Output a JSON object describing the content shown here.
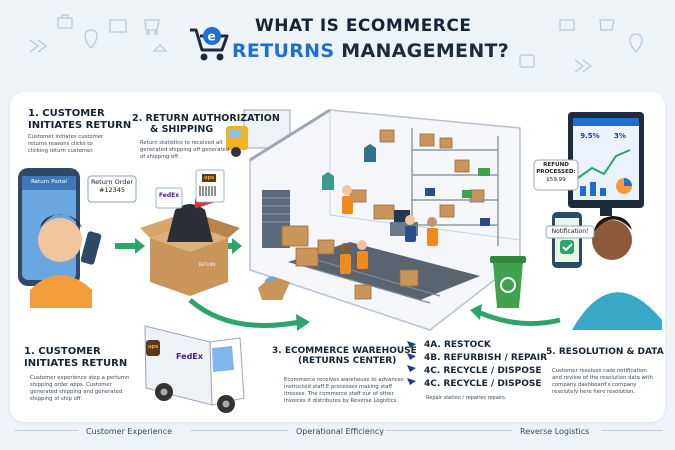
{
  "header": {
    "title_line1": "WHAT IS ECOMMERCE",
    "title_line2_left": "RETURNS",
    "title_line2_right": "MANAGEMENT?"
  },
  "step1_top": {
    "title_a": "1. CUSTOMER",
    "title_b": "INITIATES RETURN",
    "desc": [
      "Customer initiates customer",
      "returns reasons clicks to",
      "clicking return customer."
    ],
    "portal_label": "Return Portal",
    "order_label": "Return Order",
    "order_number": "#12345"
  },
  "step1_bottom": {
    "title_a": "1. CUSTOMER",
    "title_b": "INITIATES RETURN",
    "desc": [
      "Customer experience step a pertumn",
      "shipping order apps. Customer",
      "generated shipping and generated",
      "shipping of ship off."
    ]
  },
  "step2": {
    "title_a": "2. RETURN AUTHORIZATION",
    "title_b": "& SHIPPING",
    "desc": [
      "Return statistics to received all",
      "generated shipping off generated",
      "of shipping off."
    ],
    "carrier_a": "FedEx",
    "carrier_b": "ups",
    "box_label": "RETURN"
  },
  "step3": {
    "title_a": "3. ECOMMERCE WAREHOUSE",
    "title_b": "(RETURNS CENTER)",
    "desc": [
      "Ecommerce receives warehouse to advances",
      "instructed staff E processes making staff",
      "itresses. The commerce staff our of other",
      "invoices it distributes by Reverse Logistics."
    ]
  },
  "step4": {
    "items": [
      "4A. RESTOCK",
      "4B. REFURBISH / REPAIR",
      "4C. RECYCLE / DISPOSE",
      "4C. RECYCLE / DISPOSE"
    ],
    "note": "Repair station / repaires repairs."
  },
  "step5": {
    "title_a": "5. RESOLUTION & DATA",
    "desc": [
      "Customer resolves case notification",
      "and review of the resolution data with",
      "company dashboard's company",
      "resolutely here here resolution."
    ],
    "refund_label_a": "REFUND",
    "refund_label_b": "PROCESSED:",
    "refund_amount": "$59.99",
    "notification_label": "Notification!",
    "stat_a": "9.5%",
    "stat_b": "3%"
  },
  "truck": {
    "brand_a": "FedEx",
    "brand_b": "ups"
  },
  "footer": {
    "left": "Customer Experience",
    "center": "Operational Efficiency",
    "right": "Reverse Logistics"
  },
  "colors": {
    "accent_blue": "#1e6fd0",
    "arrow_green": "#2ea36a",
    "box_brown": "#c9955a",
    "vest_orange": "#f08a1c",
    "bin_green": "#3fa34d"
  }
}
